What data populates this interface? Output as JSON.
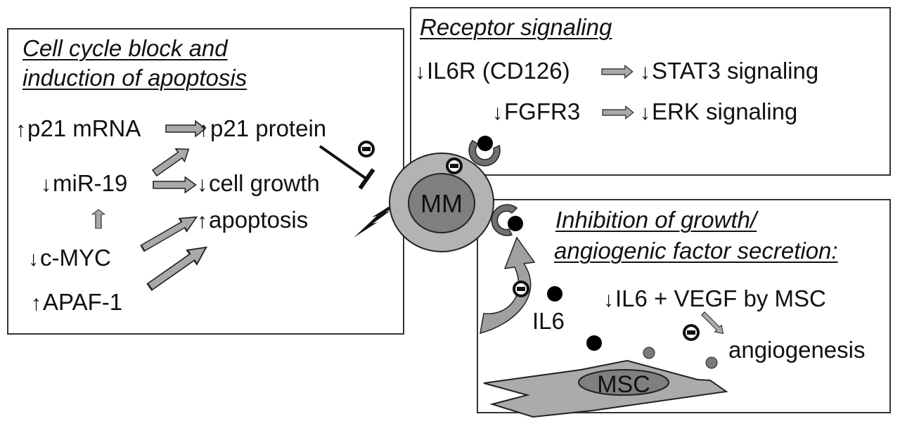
{
  "panels": {
    "cell_cycle": {
      "title_line1": "Cell cycle block and",
      "title_line2": "induction of apoptosis",
      "items": [
        {
          "arrow": "↑",
          "label": "p21 mRNA"
        },
        {
          "arrow": "↑",
          "label": "p21 protein"
        },
        {
          "arrow": "↓",
          "label": "miR-19"
        },
        {
          "arrow": "↓",
          "label": "cell growth"
        },
        {
          "arrow": "↑",
          "label": "apoptosis"
        },
        {
          "arrow": "↓",
          "label": "c-MYC"
        },
        {
          "arrow": "↑",
          "label": "APAF-1"
        }
      ]
    },
    "receptor": {
      "title": "Receptor signaling",
      "items": [
        {
          "arrow": "↓",
          "label": "IL6R (CD126)"
        },
        {
          "arrow": "↓",
          "label": "STAT3 signaling"
        },
        {
          "arrow": "↓",
          "label": "FGFR3"
        },
        {
          "arrow": "↓",
          "label": "ERK signaling"
        }
      ]
    },
    "secretion": {
      "title_line1": "Inhibition of growth/",
      "title_line2": "angiogenic factor secretion:",
      "main_arrow": "↓",
      "main_label": "IL6 + VEGF by MSC",
      "il6_label": "IL6",
      "angiogenesis_label": "angiogenesis"
    }
  },
  "cells": {
    "mm_label": "MM",
    "msc_label": "MSC"
  },
  "inhibit_symbol": "⊖",
  "colors": {
    "arrow_fill": "#a9a9a9",
    "cell_outer": "#b3b3b3",
    "nucleus": "#7f7f7f",
    "receptor": "#707070",
    "ligand": "#000000",
    "vegf": "#7a7a7a"
  }
}
